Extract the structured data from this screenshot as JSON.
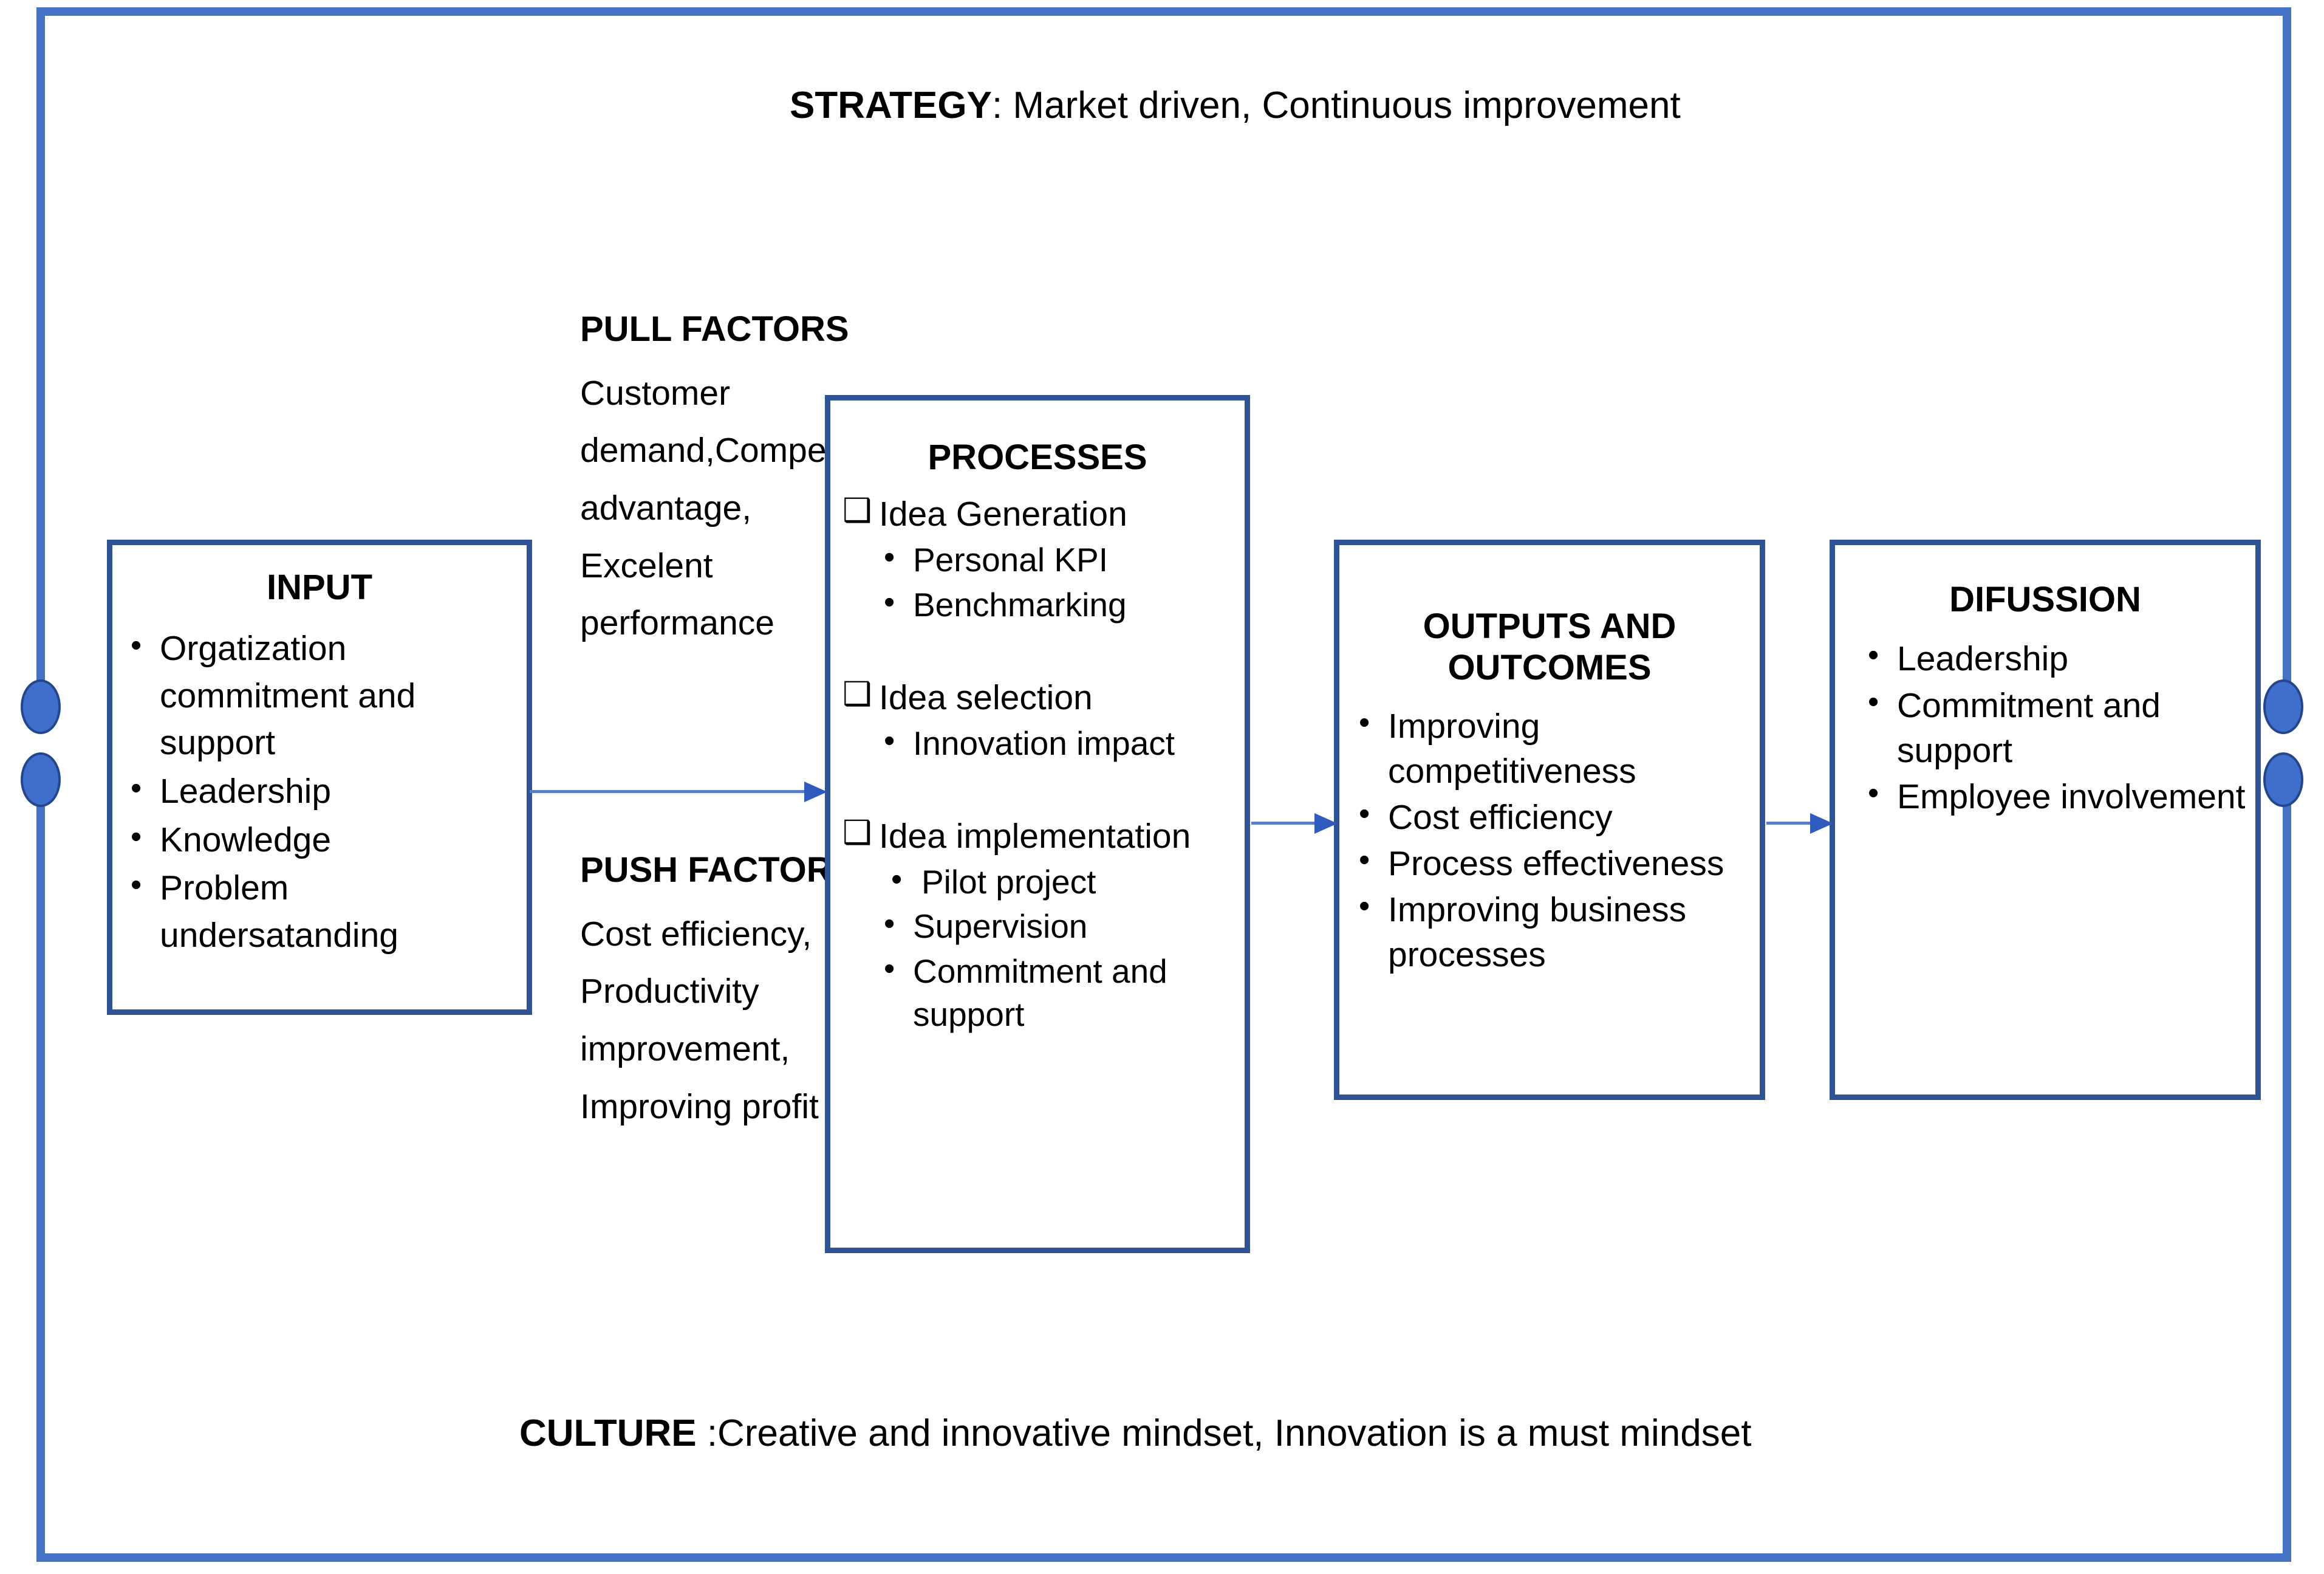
{
  "banners": {
    "strategy_label": "STRATEGY",
    "strategy_text": ": Market driven, Continuous improvement",
    "culture_label": "CULTURE",
    "culture_text": " :Creative and innovative mindset, Innovation is a must mindset"
  },
  "colors": {
    "outer_frame": "#4472C4",
    "box_border": "#2E5496",
    "arrow": "#2F5BBF",
    "handle_fill": "#3F6FCB",
    "text": "#000000",
    "background": "#FFFFFF"
  },
  "input_box": {
    "title": "INPUT",
    "items": [
      "Orgatization commitment and support",
      "Leadership",
      "Knowledge",
      "Problem undersatanding"
    ]
  },
  "pull_factors": {
    "title": "PULL FACTORS",
    "text": "Customer demand,Competitive advantage, Excelent performance"
  },
  "push_factors": {
    "title": "PUSH FACTORS",
    "text": "Cost efficiency, Productivity improvement, Improving profit"
  },
  "processes_box": {
    "title": "PROCESSES",
    "groups": [
      {
        "heading": "Idea Generation",
        "items": [
          "Personal KPI",
          "Benchmarking"
        ]
      },
      {
        "heading": "Idea selection",
        "items": [
          "Innovation impact"
        ]
      },
      {
        "heading": "Idea implementation",
        "items": [
          "Pilot project",
          "Supervision",
          "Commitment and support"
        ]
      }
    ]
  },
  "outputs_box": {
    "title": "OUTPUTS AND OUTCOMES",
    "items": [
      "Improving competitiveness",
      "Cost efficiency",
      "Process effectiveness",
      "Improving business processes"
    ]
  },
  "difussion_box": {
    "title": "DIFUSSION",
    "items": [
      "Leadership",
      "Commitment and support",
      "Employee involvement"
    ]
  }
}
